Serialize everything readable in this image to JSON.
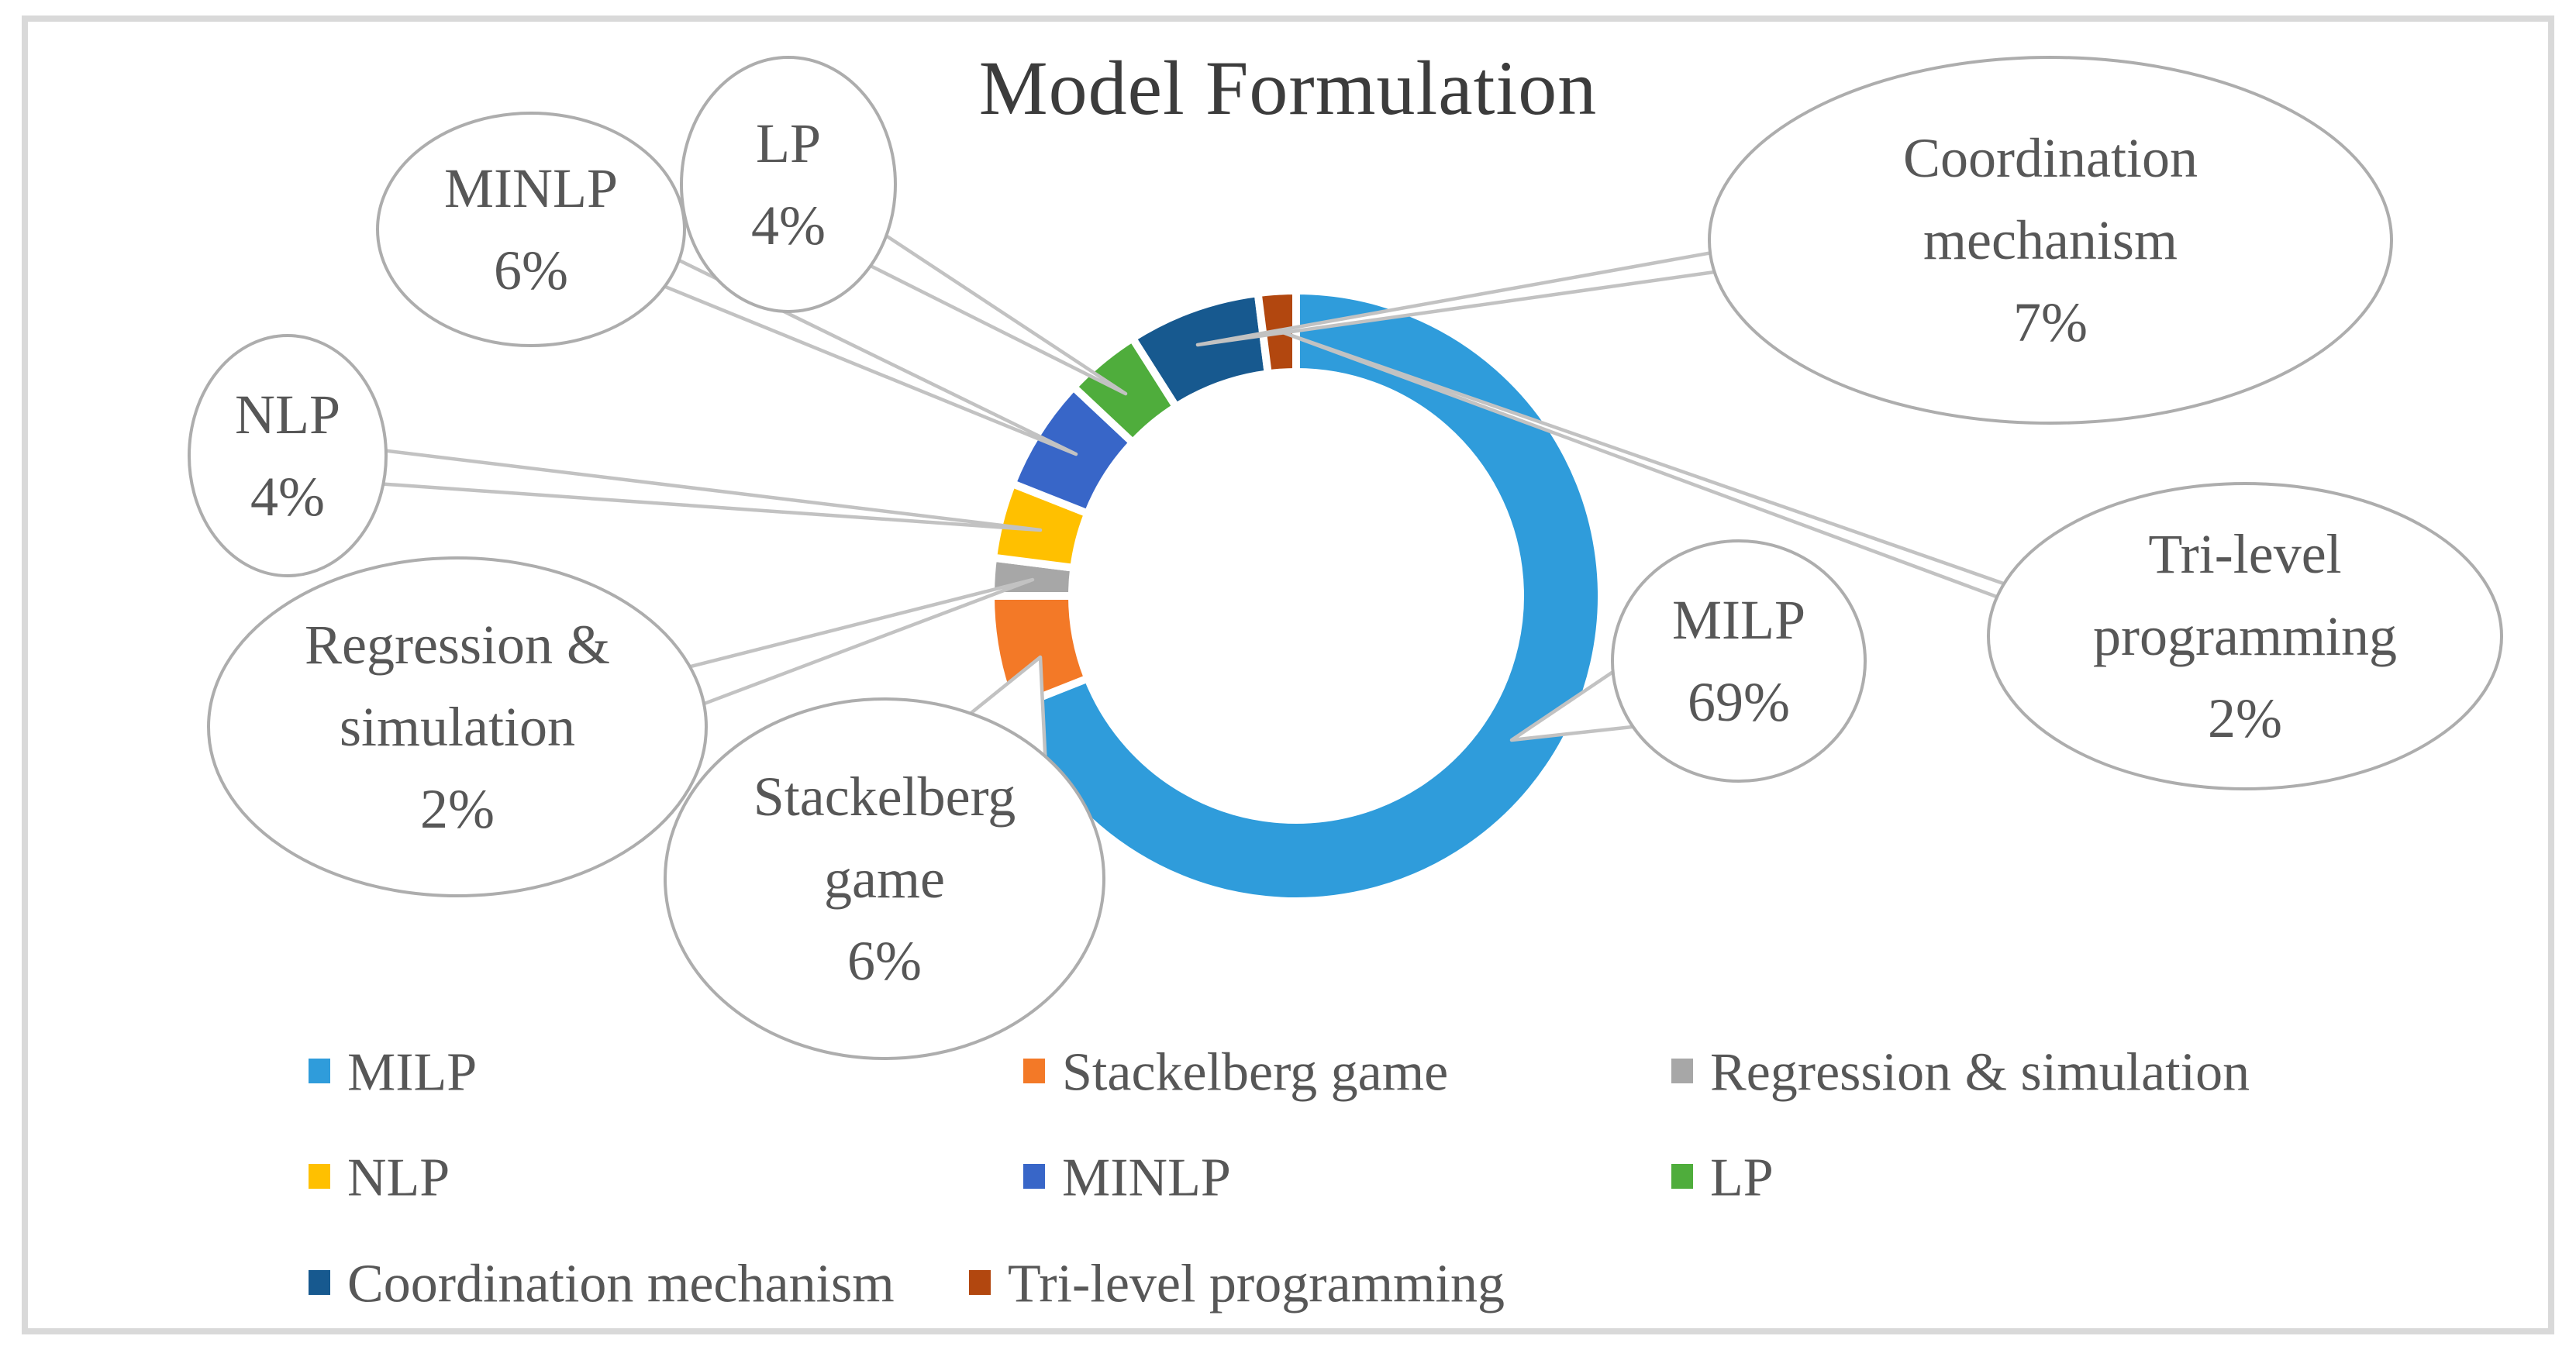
{
  "figure": {
    "title": "Model Formulation",
    "background": "#FFFFFF",
    "frame_border_color": "#D9D9D9",
    "title_color": "#3C3C3C",
    "label_color": "#575757",
    "bubble_outline_color": "#ADADAD",
    "leader_line_color": "#C2C2C2"
  },
  "chart_data": {
    "type": "pie",
    "subtype": "donut",
    "title": "Model Formulation",
    "categories": [
      "MILP",
      "Stackelberg game",
      "Regression & simulation",
      "NLP",
      "MINLP",
      "LP",
      "Coordination mechanism",
      "Tri-level programming"
    ],
    "values": [
      69,
      6,
      2,
      4,
      6,
      4,
      7,
      2
    ],
    "unit": "%",
    "colors": [
      "#2F9CDB",
      "#F37927",
      "#A7A7A7",
      "#FFC000",
      "#3866C8",
      "#4FAD3C",
      "#17598F",
      "#B2470F"
    ],
    "start_angle_deg": 0,
    "direction": "clockwise",
    "slice_gap_color": "#FFFFFF",
    "legend_position": "bottom",
    "callout_labels": [
      {
        "category": "MILP",
        "lines": [
          "MILP",
          "69%"
        ]
      },
      {
        "category": "Stackelberg game",
        "lines": [
          "Stackelberg",
          "game",
          "6%"
        ]
      },
      {
        "category": "Regression & simulation",
        "lines": [
          "Regression &",
          "simulation",
          "2%"
        ]
      },
      {
        "category": "NLP",
        "lines": [
          "NLP",
          "4%"
        ]
      },
      {
        "category": "MINLP",
        "lines": [
          "MINLP",
          "6%"
        ]
      },
      {
        "category": "LP",
        "lines": [
          "LP",
          "4%"
        ]
      },
      {
        "category": "Coordination mechanism",
        "lines": [
          "Coordination",
          "mechanism",
          "7%"
        ]
      },
      {
        "category": "Tri-level programming",
        "lines": [
          "Tri-level",
          "programming",
          "2%"
        ]
      }
    ]
  }
}
